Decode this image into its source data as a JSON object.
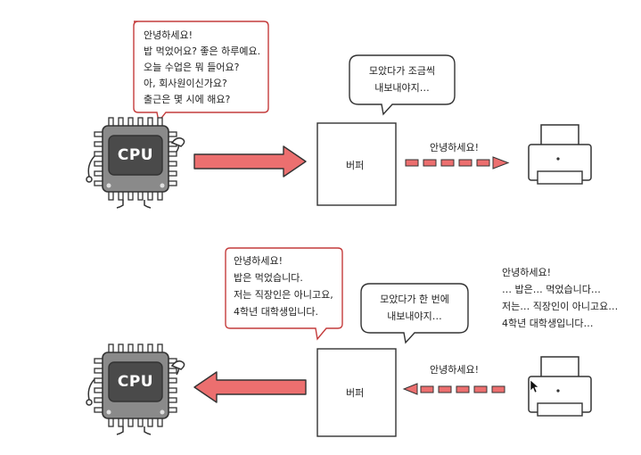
{
  "cpu_label": "CPU",
  "buffer_label": "버퍼",
  "colors": {
    "arrow_fill": "#ec6f6f",
    "bubble_border": "#c43c3c",
    "stroke": "#333333",
    "chip": "#8a8a8a",
    "chip_core": "#4a4a4a"
  },
  "top": {
    "cpu_speech": [
      "안녕하세요!",
      "밥 먹었어요? 좋은 하루예요.",
      "오늘 수업은 뭐 들어요?",
      "아, 회사원이신가요?",
      "출근은 몇 시에 해요?"
    ],
    "buffer_speech": [
      "모았다가 조금씩",
      "내보내야지…"
    ],
    "arrow_label": "안녕하세요!"
  },
  "bottom": {
    "cpu_speech": [
      "안녕하세요!",
      "밥은 먹었습니다.",
      "저는 직장인은 아니고요,",
      "4학년 대학생입니다."
    ],
    "buffer_speech": [
      "모았다가 한 번에",
      "내보내야지…"
    ],
    "arrow_label": "안녕하세요!",
    "printer_text": [
      "안녕하세요!",
      "… 밥은… 먹었습니다…",
      "저는… 직장인이 아니고요…",
      "4학년 대학생입니다…"
    ]
  }
}
